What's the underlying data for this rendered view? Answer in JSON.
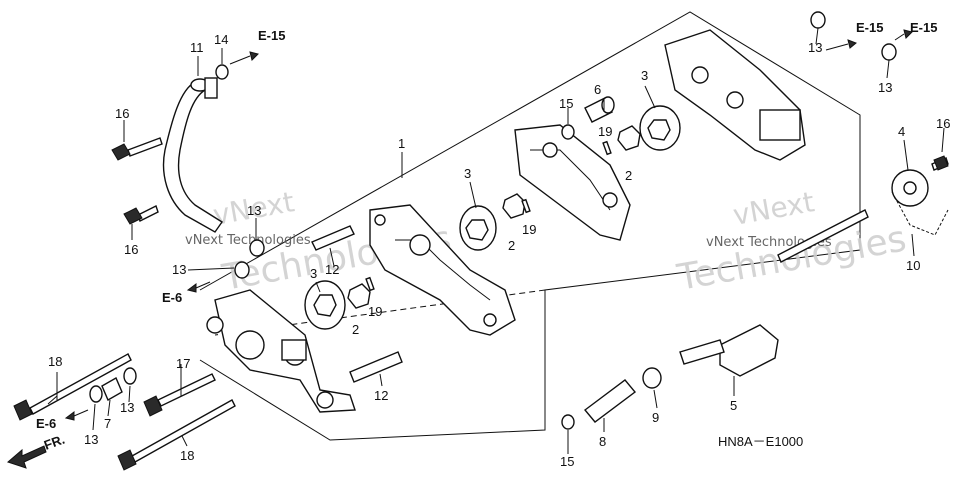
{
  "diagram_code": "HN8A－E1000",
  "front_label": "FR.",
  "watermark": {
    "line1": "vNext Technologies",
    "large": "Technologies",
    "small": "vNext"
  },
  "callouts": {
    "c1": "1",
    "c2a": "2",
    "c2b": "2",
    "c2c": "2",
    "c3a": "3",
    "c3b": "3",
    "c3c": "3",
    "c4": "4",
    "c5": "5",
    "c6": "6",
    "c7": "7",
    "c8": "8",
    "c9": "9",
    "c10": "10",
    "c11": "11",
    "c12a": "12",
    "c12b": "12",
    "c13a": "13",
    "c13b": "13",
    "c13c": "13",
    "c13d": "13",
    "c13e": "13",
    "c13f": "13",
    "c14": "14",
    "c15a": "15",
    "c15b": "15",
    "c16a": "16",
    "c16b": "16",
    "c16c": "16",
    "c17": "17",
    "c18a": "18",
    "c18b": "18",
    "c19a": "19",
    "c19b": "19",
    "c19c": "19"
  },
  "refs": {
    "e15a": "E-15",
    "e15b": "E-15",
    "e15c": "E-15",
    "e6a": "E-6",
    "e6b": "E-6"
  }
}
